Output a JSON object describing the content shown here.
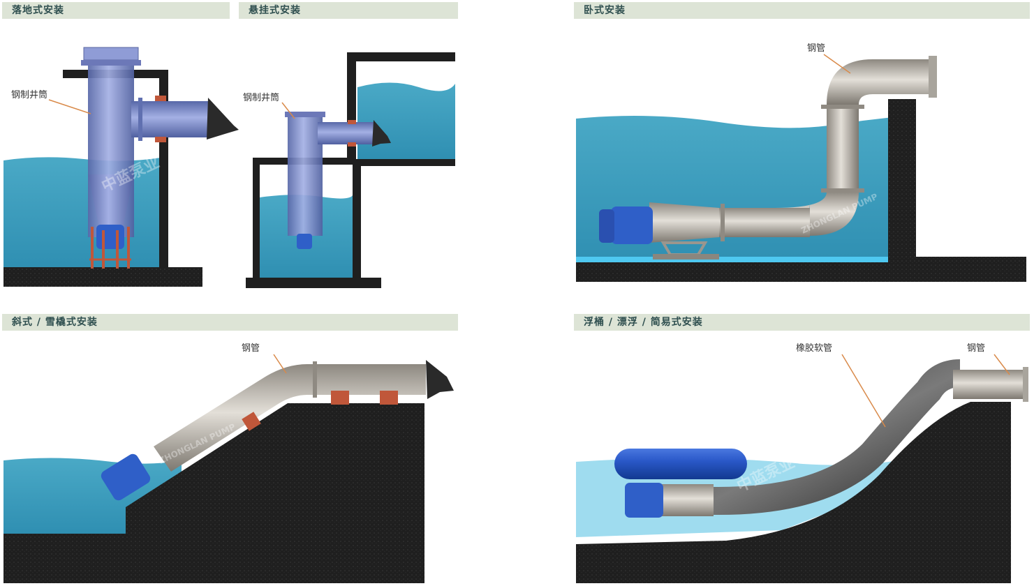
{
  "sections": {
    "floor": {
      "title": "落地式安装",
      "label": "钢制井筒"
    },
    "hanging": {
      "title": "悬挂式安装",
      "label": "钢制井筒"
    },
    "horizontal": {
      "title": "卧式安装",
      "label": "钢管"
    },
    "inclined": {
      "title": "斜式 / 雪橇式安装",
      "label": "钢管"
    },
    "floating": {
      "title": "浮桶 / 漂浮 / 简易式安装",
      "label_hose": "橡胶软管",
      "label_pipe": "钢管"
    }
  },
  "watermark": {
    "cn": "中蓝泵业",
    "en": "ZHONGLAN PUMP"
  },
  "colors": {
    "header_bg": "#dde4d6",
    "header_text": "#2f4f4f",
    "water": "#3a9cbc",
    "ground": "#1f1f1f",
    "steel": "#b7b3ab",
    "casing": "#7f8fd0",
    "impeller": "#2f5fc8",
    "support": "#c0573a"
  }
}
